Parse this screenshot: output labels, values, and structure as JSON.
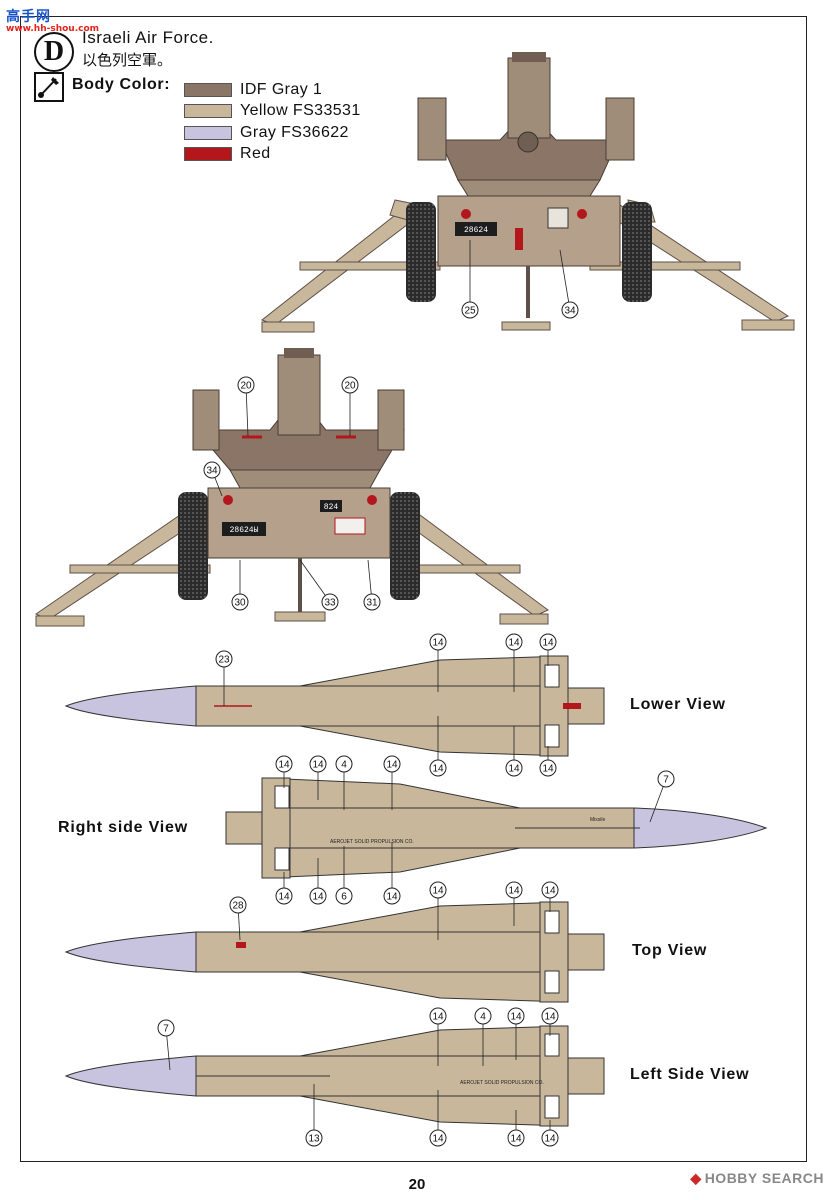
{
  "watermark": {
    "main": "高手网",
    "sub": "www.hh-shou.com"
  },
  "header": {
    "badge": "D",
    "title": "Israeli Air Force.",
    "subtitle": "以色列空軍。",
    "body_color_label": "Body Color:"
  },
  "legend": [
    {
      "label": "IDF Gray 1",
      "color": "#8a7566"
    },
    {
      "label": "Yellow FS33531",
      "color": "#c9b79c"
    },
    {
      "label": "Gray FS36622",
      "color": "#c8c4df"
    },
    {
      "label": "Red",
      "color": "#b3161b"
    }
  ],
  "views": {
    "lower": "Lower View",
    "right": "Right side View",
    "top": "Top View",
    "left": "Left Side View"
  },
  "markings": {
    "rear_serial": "28624",
    "front_serial": "28624Ы",
    "front_plate": "824",
    "stencil_right": "AEROJET SOLID PROPULSION CO.",
    "stencil_left": "AEROJET SOLID PROPULSION CO.",
    "nose_text_right": "Missile"
  },
  "callouts": {
    "launcher_rear": [
      "25",
      "34"
    ],
    "launcher_front": [
      "20",
      "20",
      "34",
      "30",
      "33",
      "31"
    ],
    "lower_view": [
      "23",
      "14",
      "14",
      "14",
      "14",
      "14",
      "14"
    ],
    "right_view": [
      "14",
      "14",
      "4",
      "14",
      "7",
      "14",
      "14",
      "6",
      "14"
    ],
    "top_view": [
      "28",
      "14",
      "14",
      "14"
    ],
    "left_view": [
      "7",
      "14",
      "4",
      "14",
      "14",
      "13",
      "14",
      "14",
      "14"
    ]
  },
  "footer": {
    "page": "20",
    "brand": "HOBBY SEARCH"
  }
}
